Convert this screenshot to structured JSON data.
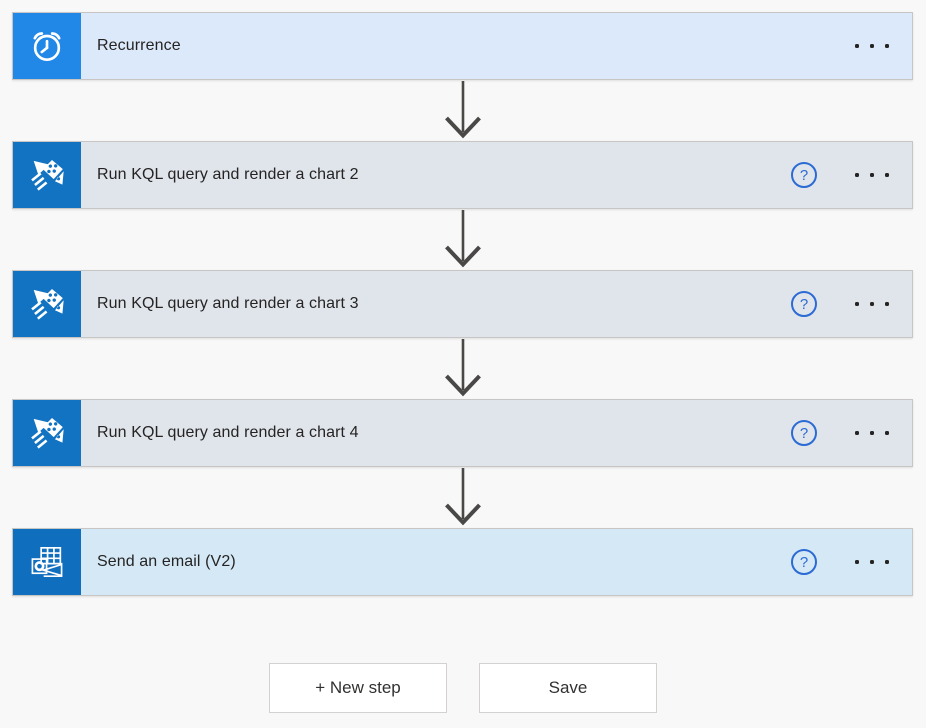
{
  "flow": {
    "steps": [
      {
        "title": "Recurrence",
        "icon": "recurrence-clock-icon",
        "card_bg": "#dce9fb",
        "icon_bg": "#2188e8",
        "has_help": false
      },
      {
        "title": "Run KQL query and render a chart 2",
        "icon": "kusto-chart-icon",
        "card_bg": "#e0e4eb",
        "icon_bg": "#1173c1",
        "has_help": true
      },
      {
        "title": "Run KQL query and render a chart 3",
        "icon": "kusto-chart-icon",
        "card_bg": "#e0e4eb",
        "icon_bg": "#1173c1",
        "has_help": true
      },
      {
        "title": "Run KQL query and render a chart 4",
        "icon": "kusto-chart-icon",
        "card_bg": "#e0e4eb",
        "icon_bg": "#1173c1",
        "has_help": true
      },
      {
        "title": "Send an email (V2)",
        "icon": "outlook-email-icon",
        "card_bg": "#d5e8f6",
        "icon_bg": "#106ebe",
        "has_help": true
      }
    ],
    "help_glyph": "?"
  },
  "footer": {
    "new_step_label": "+ New step",
    "save_label": "Save"
  },
  "colors": {
    "page_bg": "#f9f8f8",
    "arrow": "#4a4846",
    "card_border": "#c8c6c4",
    "help_blue": "#2c6bd4",
    "text": "#252423"
  }
}
